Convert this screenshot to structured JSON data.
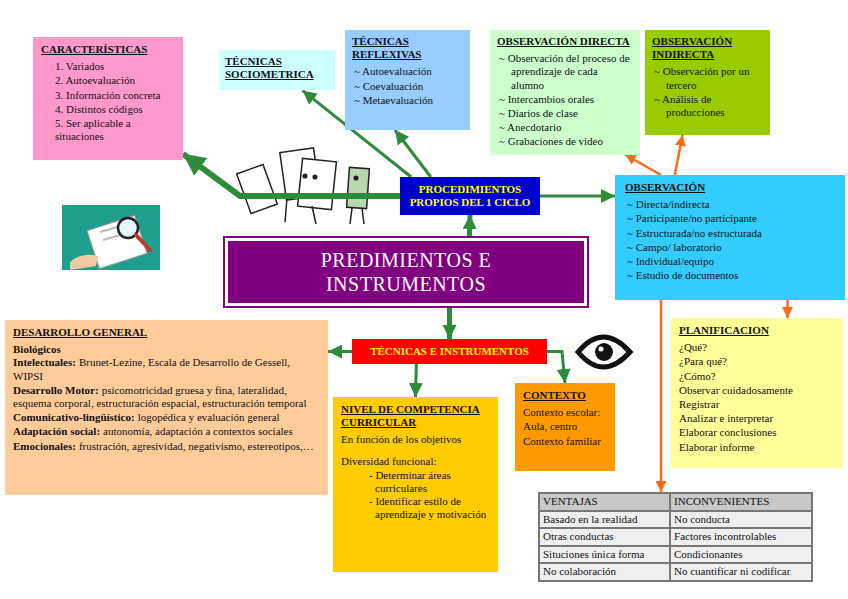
{
  "diagram": {
    "nodes": [
      {
        "text": [
          "CARACTERÍSTICAS",
          "1. Variados",
          "2. Autoevaluación",
          "3. Información concreta",
          "4. Distintos códigos",
          "5. Ser aplicable a situaciones"
        ]
      },
      {
        "text": [
          "TÉCNICAS SOCIOMETRICA"
        ]
      },
      {
        "text": [
          "TÉCNICAS REFLEXIVAS",
          "~ Autoevaluación",
          "~ Coevaluación",
          "~ Metaevaluación"
        ]
      },
      {
        "text": [
          "OBSERVACIÓN DIRECTA",
          "~ Observación del proceso de aprendizaje de cada alumno",
          "~ Intercambios orales",
          "~ Diarios de clase",
          "~ Anecdotario",
          "~ Grabaciones de video"
        ]
      },
      {
        "text": [
          "OBSERVACIÓN INDIRECTA",
          "~ Observación por un tercero",
          "~ Análisis de producciones"
        ]
      },
      {
        "text": [
          "PROCEDIMIENTOS PROPIOS DEL 1 CICLO"
        ]
      },
      {
        "text": [
          "OBSERVACIÓN",
          "~ Directa/indirecta",
          "~ Participante/no participante",
          "~ Estructurada/no estructurada",
          "~ Campo/ laboratorio",
          "~ Individual/equipo",
          "~ Estudio de documentos"
        ]
      },
      {
        "text": [
          "PREDIMIENTOS E INSTRUMENTOS"
        ]
      },
      {
        "text": [
          "DESARROLLO GENERAL",
          "Biológicos",
          "Intelectuales:",
          "Brunet-Lezine, Escala de Desarrollo de Gessell, WIPSI",
          "Desarrollo Motor:",
          "psicomotricidad gruesa y fina, lateralidad, esquema corporal, estructuración espacial, estructuración temporal",
          "Comunicativo-lingüístico:",
          "logopédica y evaluación general",
          "Adaptación social:",
          "autonomía, adaptación a contextos sociales",
          "Emocionales:",
          "frustración, agresividad, negativismo, estereotipos,…"
        ]
      },
      {
        "text": [
          "TÉCNICAS E INSTRUMENTOS"
        ]
      },
      {
        "text": [
          "NIVEL DE COMPETENCIA CURRICULAR",
          "En función de los objetivos",
          "Diversidad funcional:",
          "- Determinar áreas curriculares",
          "- Identificar estilo de aprendizaje y motivación"
        ]
      },
      {
        "text": [
          "CONTEXTO",
          "Contexto escolar:",
          "Aula, centro",
          "Contexto familiar"
        ]
      },
      {
        "text": [
          "PLANIFICACION",
          "¿Qué?",
          "¿Para qué?",
          "¿Cómo?",
          "Observar cuidadosamente",
          "Registrar",
          "Analizar e interpretar",
          "Elaborar conclusiones",
          "Elaborar informe"
        ]
      },
      {
        "text": [
          "VENTAJAS",
          "INCONVENIENTES",
          "Basado en la realidad",
          "No conducta",
          "Otras conductas",
          "Factores incontrolables",
          "Situciones única forma",
          "Condicionantes",
          "No colaboración",
          "No cuantificar ni codificar"
        ]
      }
    ],
    "edges": [
      {
        "from": 7,
        "to": 5,
        "arrow": "to"
      },
      {
        "from": 7,
        "to": 9,
        "arrow": "to"
      },
      {
        "from": 5,
        "to": 0,
        "arrow": "to"
      },
      {
        "from": 5,
        "to": 1,
        "arrow": "to"
      },
      {
        "from": 5,
        "to": 2,
        "arrow": "to"
      },
      {
        "from": 5,
        "to": 6,
        "arrow": "to"
      },
      {
        "from": 6,
        "to": 3,
        "arrow": "to"
      },
      {
        "from": 6,
        "to": 4,
        "arrow": "to"
      },
      {
        "from": 6,
        "to": 12,
        "arrow": "to"
      },
      {
        "from": 6,
        "to": 13,
        "arrow": "to"
      },
      {
        "from": 9,
        "to": 8,
        "arrow": "to"
      },
      {
        "from": 9,
        "to": 10,
        "arrow": "to"
      },
      {
        "from": 9,
        "to": 11,
        "arrow": "to"
      }
    ]
  }
}
